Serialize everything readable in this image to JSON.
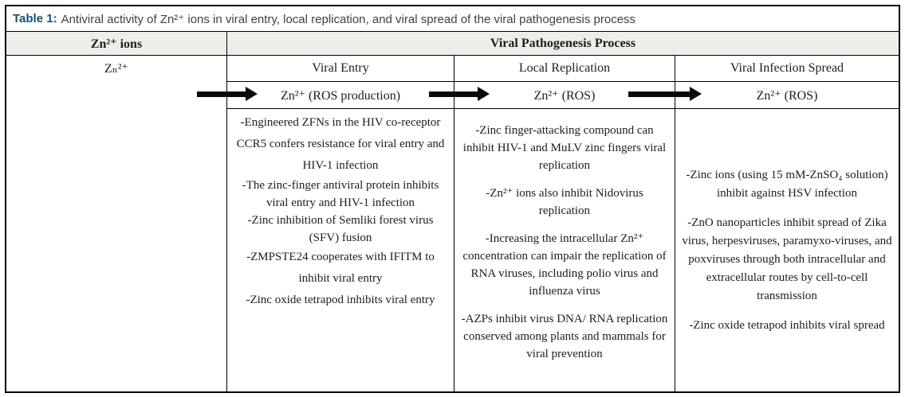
{
  "title": {
    "label": "Table 1:",
    "text": "Antiviral activity of Zn²⁺ ions in viral entry, local replication, and viral spread of the viral pathogenesis process"
  },
  "table": {
    "ion_header": "Zn²⁺ ions",
    "process_header": "Viral Pathogenesis Process",
    "ion_symbol": "Zₙ²⁺",
    "columns": [
      {
        "header": "Viral Entry",
        "ros": "Zn²⁺ (ROS production)",
        "items": [
          "-Engineered ZFNs in the HIV co-receptor CCR5 confers resistance for viral entry and HIV-1 infection",
          "-The zinc-finger antiviral protein inhibits viral entry and HIV-1 infection",
          "-Zinc inhibition of Semliki forest virus (SFV) fusion",
          "-ZMPSTE24 cooperates with IFITM to inhibit viral entry",
          "-Zinc oxide tetrapod inhibits viral entry"
        ]
      },
      {
        "header": "Local Replication",
        "ros": "Zn²⁺ (ROS)",
        "items": [
          "-Zinc finger-attacking compound can inhibit HIV-1 and MuLV zinc fingers viral replication",
          "-Zn²⁺ ions also inhibit Nidovirus replication",
          "-Increasing the intracellular Zn²⁺ concentration can impair the replication of RNA viruses, including polio virus and influenza virus",
          "-AZPs inhibit virus DNA/ RNA replication conserved among plants and mammals for viral prevention"
        ]
      },
      {
        "header": "Viral Infection Spread",
        "ros": "Zn²⁺ (ROS)",
        "items": [
          "-Zinc ions (using 15 mM-ZnSO₄ solution) inhibit against HSV infection",
          "-ZnO nanoparticles inhibit spread of Zika virus, herpesviruses, paramyxo-viruses, and poxviruses through both intracellular and extracellular routes by cell-to-cell transmission",
          "-Zinc oxide tetrapod inhibits viral spread"
        ]
      }
    ]
  },
  "colors": {
    "title_accent": "#17507f",
    "header_bg": "#efedea",
    "border": "#000000",
    "body_text": "#1e1d1b"
  }
}
